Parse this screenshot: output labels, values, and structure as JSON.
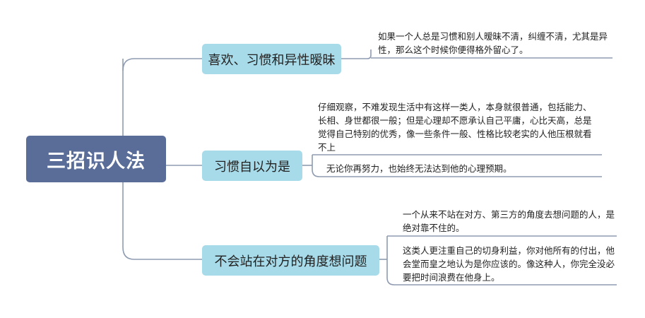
{
  "root": {
    "label": "三招识人法"
  },
  "branches": [
    {
      "label": "喜欢、习惯和异性暧昧",
      "notes": [
        "如果一个人总是习惯和别人暧昧不清，纠缠不清，尤其是异性，那么这个时候你便得格外留心了。"
      ]
    },
    {
      "label": "习惯自以为是",
      "notes": [
        "仔细观察，不难发现生活中有这样一类人，本身就很普通，包括能力、长相、身世都很一般；但是心理却不愿承认自己平庸，心比天高，总是觉得自己特别的优秀，像一些条件一般、性格比较老实的人他压根就看不上",
        "无论你再努力，也始终无法达到他的心理预期。"
      ]
    },
    {
      "label": "不会站在对方的角度想问题",
      "notes": [
        "一个从来不站在对方、第三方的角度去想问题的人，是绝对靠不住的。",
        "这类人更注重自己的切身利益，你对他所有的付出，他会堂而皇之地认为是你应该的。像这种人，你完全没必要把时间浪费在他身上。"
      ]
    }
  ],
  "colors": {
    "root_fill": "#5a6d99",
    "branch_fill": "#a7dbe9",
    "line": "#8e9bb0"
  }
}
